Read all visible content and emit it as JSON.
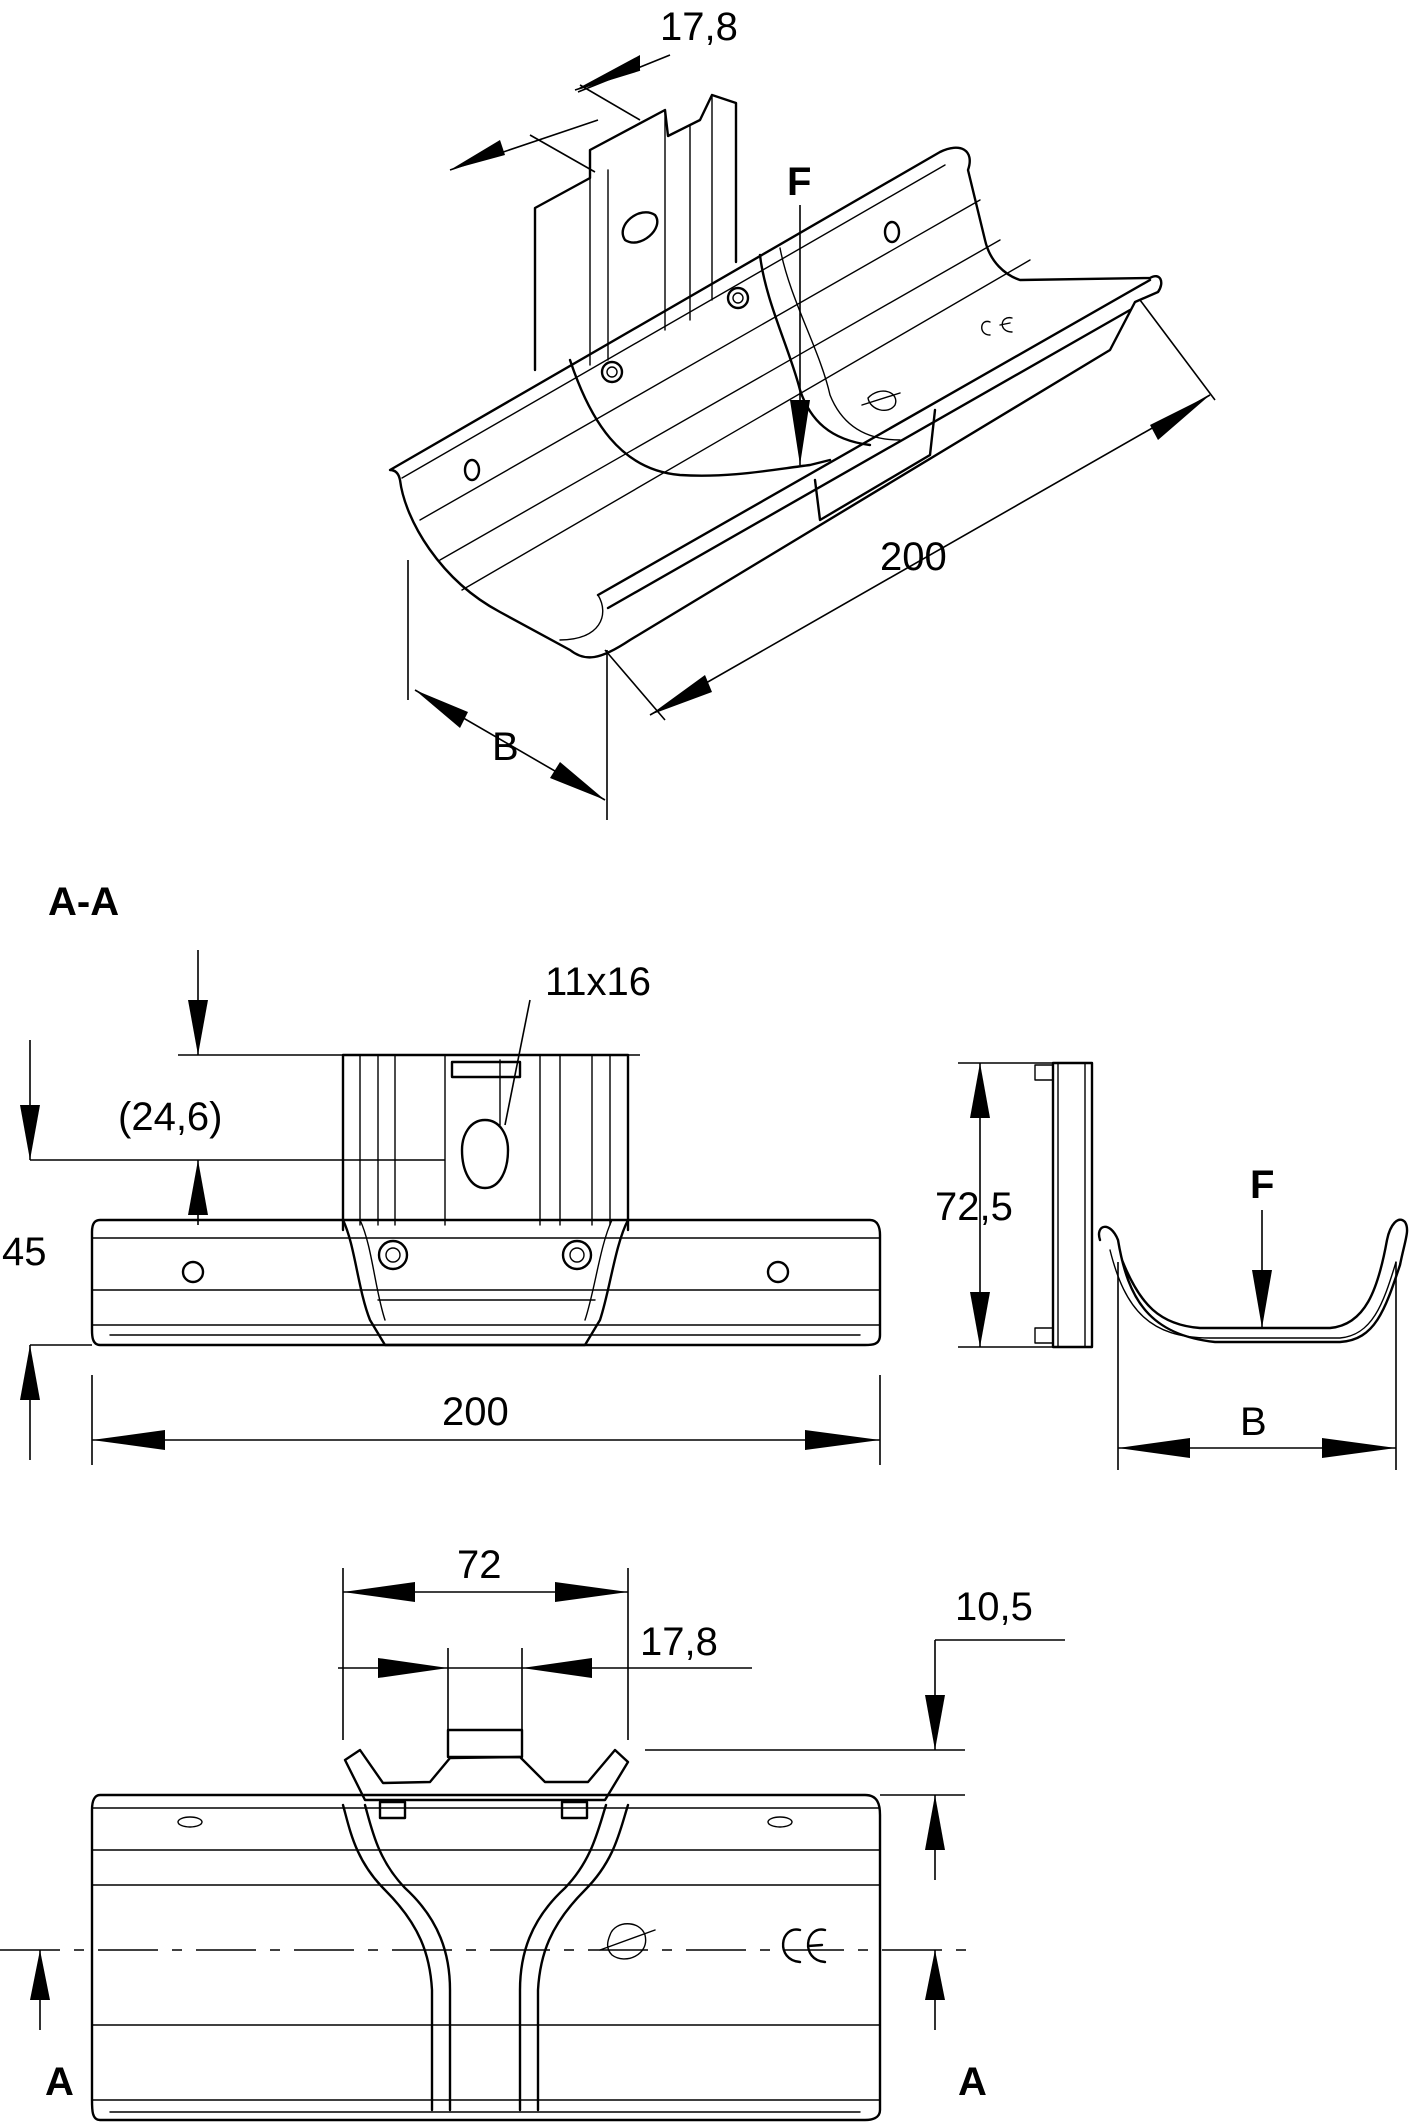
{
  "iso_view": {
    "dim_top": "17,8",
    "force_label": "F",
    "dim_length": "200",
    "dim_width": "B"
  },
  "section_view": {
    "title": "A-A",
    "slot_label": "11x16",
    "dim_offset": "(24,6)",
    "dim_height": "45",
    "dim_length": "200"
  },
  "side_view": {
    "dim_height": "72,5",
    "force_label": "F",
    "dim_width": "B"
  },
  "top_view": {
    "dim_width": "72",
    "dim_post": "17,8",
    "dim_gap": "10,5",
    "section_left": "A",
    "section_right": "A"
  }
}
